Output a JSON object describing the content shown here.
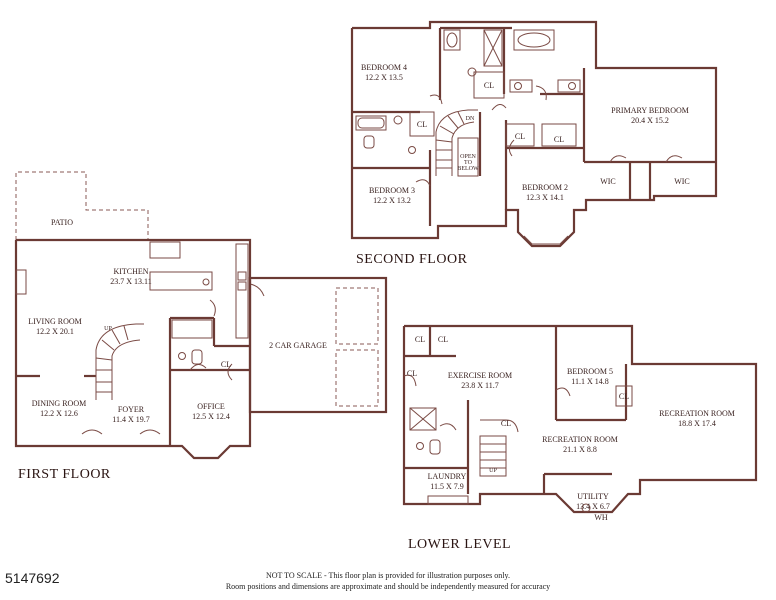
{
  "floors": {
    "second": "SECOND FLOOR",
    "first": "FIRST FLOOR",
    "lower": "LOWER LEVEL"
  },
  "rooms": {
    "bedroom4": {
      "name": "BEDROOM 4",
      "dim": "12.2 X 13.5"
    },
    "bedroom3": {
      "name": "BEDROOM 3",
      "dim": "12.2 X 13.2"
    },
    "bedroom2": {
      "name": "BEDROOM 2",
      "dim": "12.3 X 14.1"
    },
    "primary": {
      "name": "PRIMARY BEDROOM",
      "dim": "20.4 X 15.2"
    },
    "kitchen": {
      "name": "KITCHEN",
      "dim": "23.7 X 13.11"
    },
    "living": {
      "name": "LIVING ROOM",
      "dim": "12.2 X 20.1"
    },
    "dining": {
      "name": "DINING ROOM",
      "dim": "12.2 X 12.6"
    },
    "foyer": {
      "name": "FOYER",
      "dim": "11.4 X 19.7"
    },
    "office": {
      "name": "OFFICE",
      "dim": "12.5 X 12.4"
    },
    "exercise": {
      "name": "EXERCISE ROOM",
      "dim": "23.8 X 11.7"
    },
    "bedroom5": {
      "name": "BEDROOM 5",
      "dim": "11.1 X 14.8"
    },
    "recreation1": {
      "name": "RECREATION ROOM",
      "dim": "18.8 X 17.4"
    },
    "recreation2": {
      "name": "RECREATION ROOM",
      "dim": "21.1 X 8.8"
    },
    "laundry": {
      "name": "LAUNDRY",
      "dim": "11.5 X 7.9"
    },
    "utility": {
      "name": "UTILITY",
      "dim": "13.4 X 6.7"
    }
  },
  "labels": {
    "patio": "PATIO",
    "garage": "2 CAR GARAGE",
    "cl": "CL",
    "wic": "WIC",
    "wh": "WH",
    "open": "OPEN",
    "to": "TO",
    "below": "BELOW",
    "up": "UP",
    "dn": "DN"
  },
  "listing_number": "5147692",
  "disclaimer": {
    "line1": "NOT TO SCALE - This floor plan is provided for illustration purposes only.",
    "line2": "Room positions and dimensions are approximate and should be independently measured for accuracy"
  },
  "colors": {
    "wall": "#6b3a34",
    "text": "#3a2220"
  }
}
